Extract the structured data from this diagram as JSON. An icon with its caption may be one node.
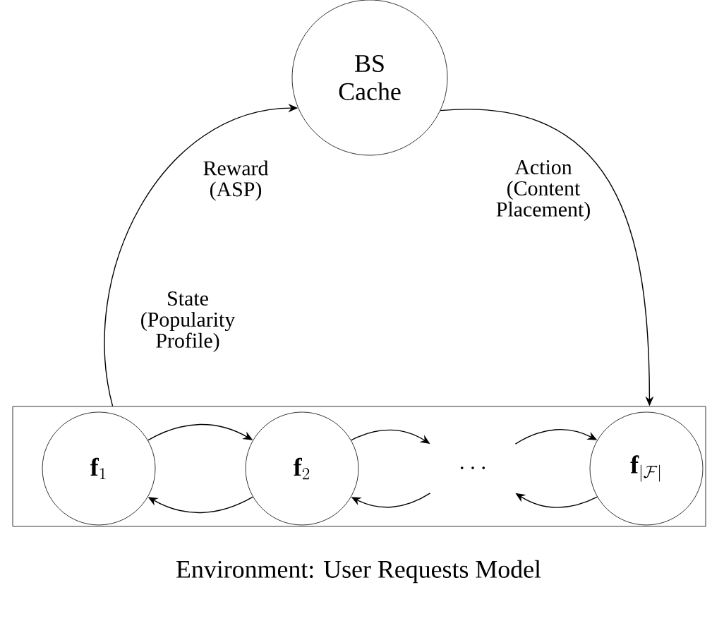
{
  "diagram": {
    "caption": "Environment: User Requests Model",
    "nodes": [
      {
        "text": [
          "BS Cache"
        ]
      },
      {
        "text": [],
        "shape": "box"
      },
      {
        "text": [
          "\\mathbf{f}_1"
        ],
        "in": 1
      },
      {
        "text": [
          "\\mathbf{f}_2"
        ],
        "in": 1
      },
      {
        "text": [
          "\\cdots"
        ],
        "in": 1
      },
      {
        "text": [
          "\\mathbf{f}_{|\\mathcal{F}|}"
        ],
        "in": 1
      }
    ],
    "edges": [
      {
        "from": 1,
        "to": 0,
        "arrow": "to",
        "label": "State (Popularity Profile)"
      },
      {
        "from": 0,
        "to": 1,
        "arrow": "to",
        "label": "Action (Content Placement)"
      },
      {
        "from": 2,
        "to": 3,
        "arrow": "to"
      },
      {
        "from": 3,
        "to": 2,
        "arrow": "to"
      },
      {
        "from": 3,
        "to": 4,
        "arrow": "to"
      },
      {
        "from": 4,
        "to": 3,
        "arrow": "to"
      },
      {
        "from": 4,
        "to": 5,
        "arrow": "to"
      },
      {
        "from": 5,
        "to": 4,
        "arrow": "to"
      }
    ],
    "labels": [
      "Reward (ASP)"
    ]
  }
}
